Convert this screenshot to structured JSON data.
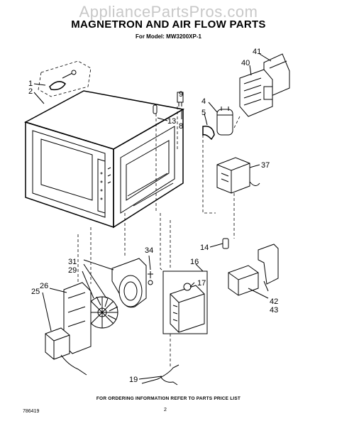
{
  "watermark": "AppliancePartsPros.com",
  "title": "MAGNETRON AND AIR FLOW PARTS",
  "model_line": "For Model: MW3200XP-1",
  "footer_note": "FOR ORDERING INFORMATION REFER TO PARTS PRICE LIST",
  "doc_number": "786419",
  "page_number": "2",
  "callouts": {
    "c1": "1",
    "c2": "2",
    "c4": "4",
    "c5": "5",
    "c8": "8",
    "c9": "9",
    "c13": "13",
    "c14": "14",
    "c16": "16",
    "c17": "17",
    "c19": "19",
    "c25": "25",
    "c26": "26",
    "c29": "29",
    "c31": "31",
    "c34": "34",
    "c37": "37",
    "c40": "40",
    "c41": "41",
    "c42": "42",
    "c43": "43"
  }
}
